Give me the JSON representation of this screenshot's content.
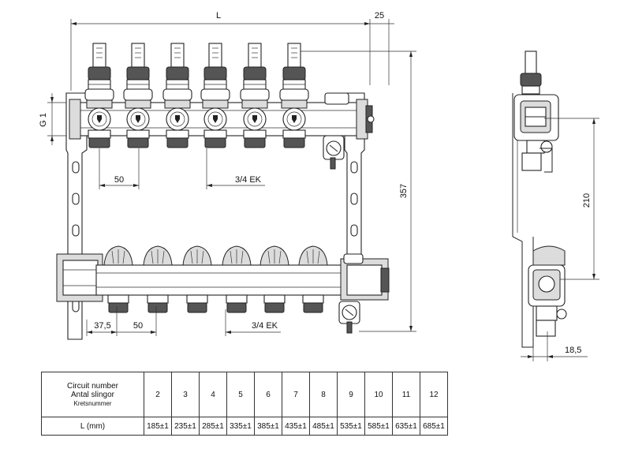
{
  "dimensions": {
    "L": "L",
    "offset_top": "25",
    "height_total": "357",
    "connection": "G 1",
    "spacing_top": "50",
    "ek_top": "3/4 EK",
    "spacing_left_bottom": "37,5",
    "spacing_bottom": "50",
    "ek_bottom": "3/4 EK",
    "side_height": "210",
    "side_depth": "18,5"
  },
  "table": {
    "header": {
      "line1": "Circuit number",
      "line2": "Antal slingor",
      "line3": "Kretsnummer"
    },
    "row_label": "L (mm)",
    "circuits": [
      "2",
      "3",
      "4",
      "5",
      "6",
      "7",
      "8",
      "9",
      "10",
      "11",
      "12"
    ],
    "lengths": [
      "185±1",
      "235±1",
      "285±1",
      "335±1",
      "385±1",
      "435±1",
      "485±1",
      "535±1",
      "585±1",
      "635±1",
      "685±1"
    ]
  }
}
